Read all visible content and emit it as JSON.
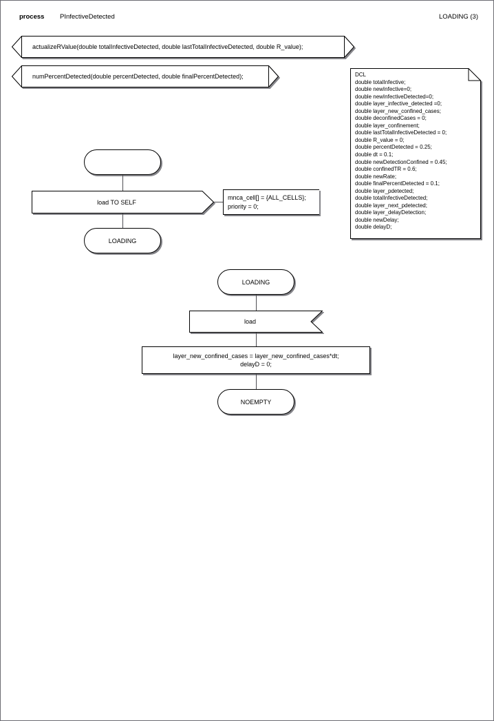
{
  "header": {
    "keyword": "process",
    "name": "PInfectiveDetected",
    "page_label": "LOADING (3)"
  },
  "signal_declarations": [
    {
      "text": "actualizeRValue(double totalInfectiveDetected, double lastTotalInfectiveDetected, double R_value);"
    },
    {
      "text": "numPercentDetected(double percentDetected, double finalPercentDetected);"
    }
  ],
  "dcl_box": {
    "title": "DCL",
    "declarations": [
      "double totalInfective;",
      "double newInfective=0;",
      "double newInfectiveDetected=0;",
      "double layer_infective_detected =0;",
      "double layer_new_confined_cases;",
      "double deconfinedCases = 0;",
      "double layer_confinement;",
      "double lastTotalInfectiveDetected = 0;",
      "double R_value = 0;",
      "double percentDetected = 0.25;",
      "double dt = 0.1;",
      "double newDetectionConfined = 0.45;",
      "double confinedTR = 0.6;",
      "double newRate;",
      "double finalPercentDetected = 0.1;",
      "double layer_pdetected;",
      "double totalInfectiveDetected;",
      "double layer_next_pdetected;",
      "double layer_delayDetection;",
      "double newDelay;",
      "double delayD;"
    ],
    "full_text": "DCL\ndouble totalInfective;\ndouble newInfective=0;\ndouble newInfectiveDetected=0;\ndouble layer_infective_detected =0;\ndouble layer_new_confined_cases;\ndouble deconfinedCases = 0;\ndouble layer_confinement;\ndouble lastTotalInfectiveDetected = 0;\ndouble R_value = 0;\ndouble percentDetected = 0.25;\ndouble dt = 0.1;\ndouble newDetectionConfined = 0.45;\ndouble confinedTR = 0.6;\ndouble newRate;\ndouble finalPercentDetected = 0.1;\ndouble layer_pdetected;\ndouble totalInfectiveDetected;\ndouble layer_next_pdetected;\ndouble layer_delayDetection;\ndouble newDelay;\ndouble delayD;"
  },
  "flow_upper": {
    "start_state_label": "",
    "output_label": "load TO SELF",
    "comment_text": "mnca_cell[] = {ALL_CELLS};\npriority = 0;",
    "next_state_label": "LOADING"
  },
  "flow_lower": {
    "state_label": "LOADING",
    "input_label": "load",
    "task_text": "layer_new_confined_cases = layer_new_confined_cases*dt;\ndelayD = 0;",
    "end_state_label": "NOEMPTY"
  },
  "colors": {
    "page_border": "#6b6b72",
    "shape_stroke": "#000000",
    "connector": "#4d4d52",
    "background": "#ffffff",
    "shadow": "#6e6e74"
  }
}
